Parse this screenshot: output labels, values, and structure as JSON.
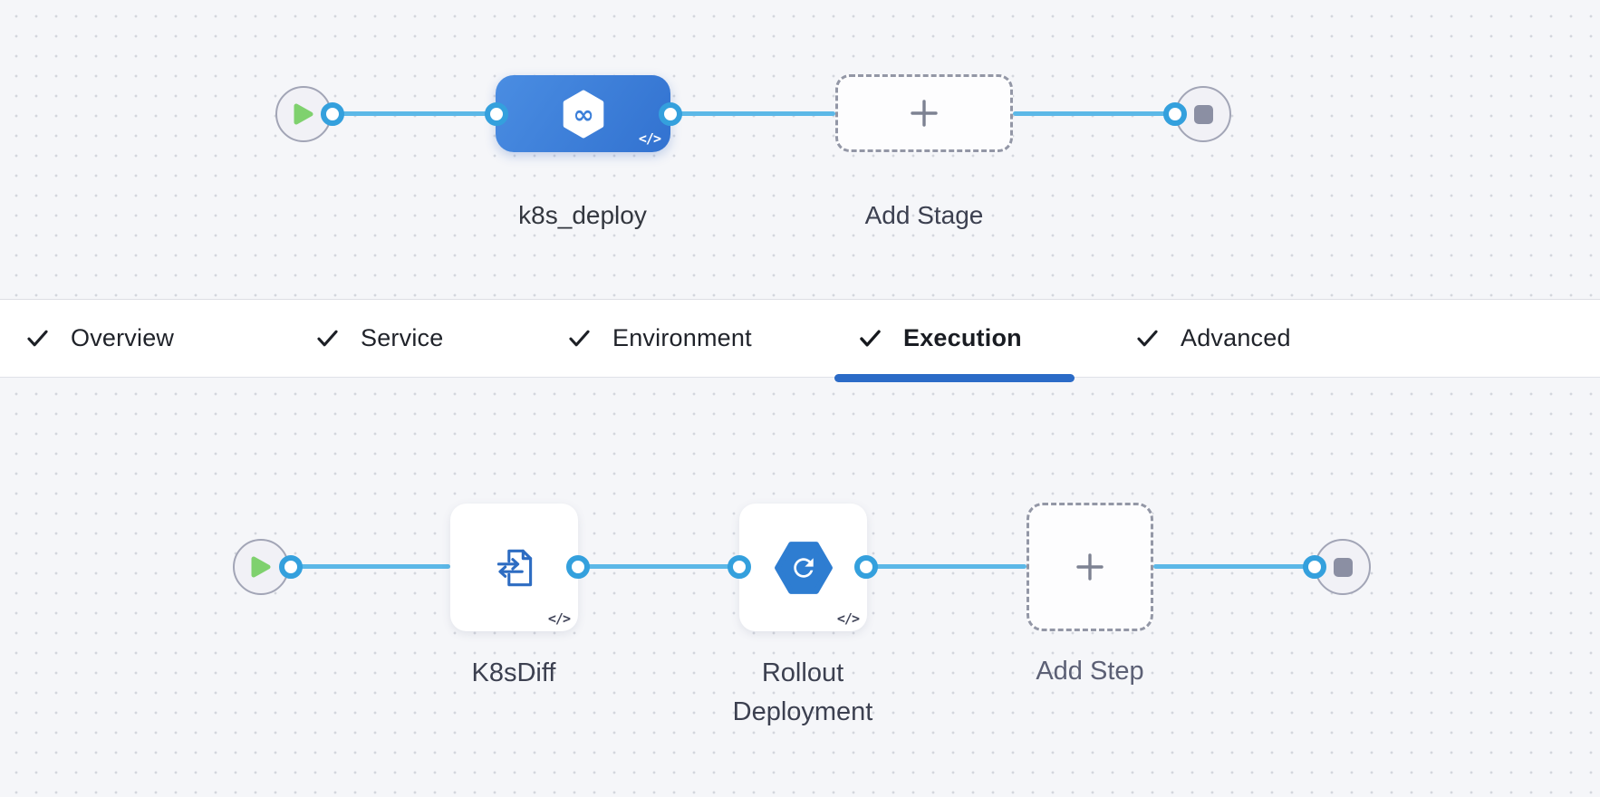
{
  "stage_pipeline": {
    "nodes": [
      {
        "type": "start",
        "icon": "play-icon"
      },
      {
        "type": "stage",
        "label": "k8s_deploy",
        "icon": "harness-stage-icon",
        "badge": "</>"
      },
      {
        "type": "add-stage",
        "label": "Add Stage",
        "icon": "plus-icon"
      },
      {
        "type": "end",
        "icon": "stop-icon"
      }
    ]
  },
  "tabs": {
    "items": [
      {
        "label": "Overview",
        "checked": true,
        "active": false
      },
      {
        "label": "Service",
        "checked": true,
        "active": false
      },
      {
        "label": "Environment",
        "checked": true,
        "active": false
      },
      {
        "label": "Execution",
        "checked": true,
        "active": true
      },
      {
        "label": "Advanced",
        "checked": true,
        "active": false
      }
    ]
  },
  "execution_pipeline": {
    "nodes": [
      {
        "type": "start",
        "icon": "play-icon"
      },
      {
        "type": "step",
        "label": "K8sDiff",
        "icon": "k8s-diff-icon",
        "badge": "</>"
      },
      {
        "type": "step",
        "label": "Rollout Deployment",
        "icon": "rollout-deployment-icon",
        "badge": "</>"
      },
      {
        "type": "add-step",
        "label": "Add Step",
        "icon": "plus-icon"
      },
      {
        "type": "end",
        "icon": "stop-icon"
      }
    ]
  },
  "colors": {
    "active_tab_underline": "#2b6bc7",
    "stage_node_blue": "#3b7fd9",
    "connector_ring_blue": "#34a0dd",
    "line_blue": "#5cb8e7",
    "play_green": "#7fd16e",
    "stop_square_gray": "#8b8fa3",
    "icon_blue": "#2d6cc2"
  }
}
